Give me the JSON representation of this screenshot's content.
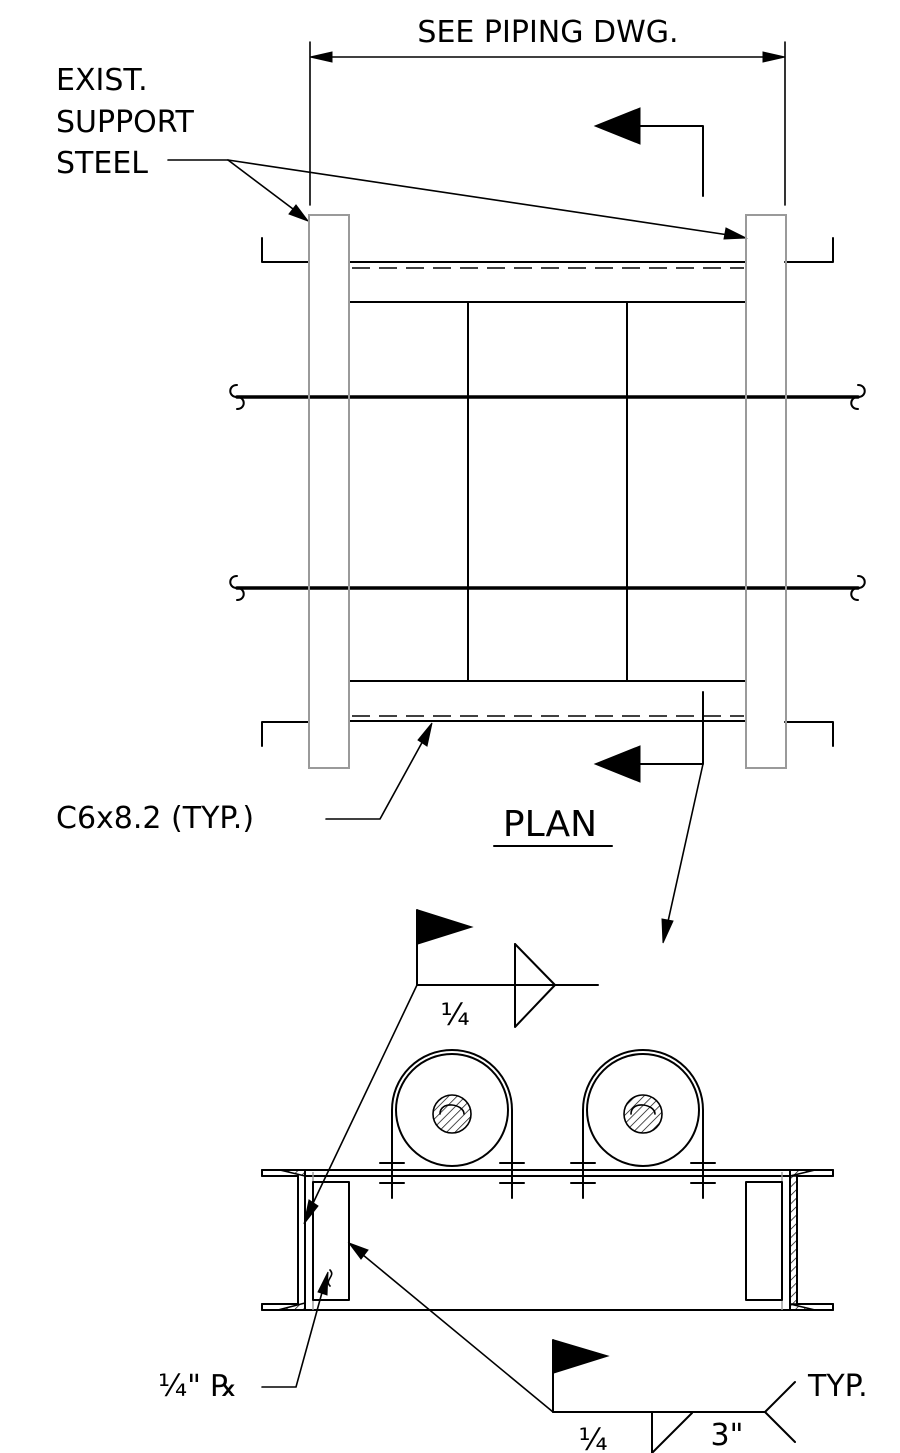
{
  "plan": {
    "dimension_label": "SEE PIPING DWG.",
    "existing_steel_label": [
      "EXIST.",
      "SUPPORT",
      "STEEL"
    ],
    "channel_label": "C6x8.2 (TYP.)",
    "view_title": "PLAN"
  },
  "section": {
    "top_weld_size": "¼",
    "plate_label": "¼\" ℞",
    "bottom_weld_size": "¼",
    "bottom_weld_length": "3\"",
    "typ_label": "TYP."
  }
}
